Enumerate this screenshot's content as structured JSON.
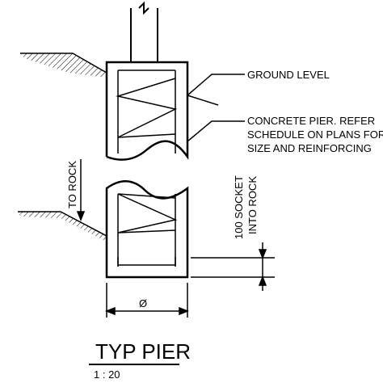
{
  "title": "TYP PIER",
  "scale": "1 : 20",
  "labels": {
    "ground_level": "GROUND LEVEL",
    "note_line1": "CONCRETE PIER. REFER",
    "note_line2": "SCHEDULE ON PLANS FOR",
    "note_line3": "SIZE AND REINFORCING",
    "to_rock": "TO ROCK",
    "socket_line1": "100 SOCKET",
    "socket_line2": "INTO ROCK",
    "diameter": "Ø"
  }
}
